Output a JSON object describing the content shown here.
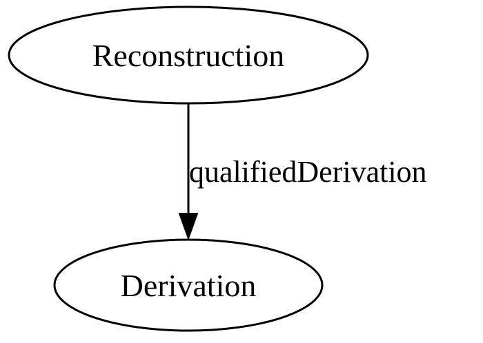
{
  "nodes": {
    "reconstruction": {
      "label": "Reconstruction"
    },
    "derivation": {
      "label": "Derivation"
    }
  },
  "edges": [
    {
      "from": "Reconstruction",
      "to": "Derivation",
      "label": "qualifiedDerivation"
    }
  ],
  "colors": {
    "stroke": "#000000",
    "background": "#ffffff"
  }
}
